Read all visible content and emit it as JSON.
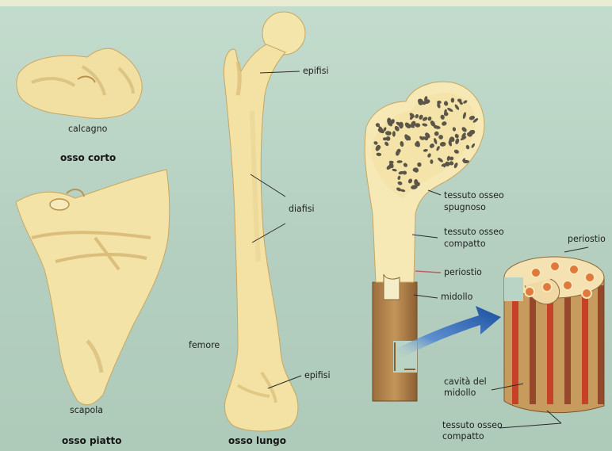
{
  "labels": {
    "calcagno": "calcagno",
    "osso_corto": "osso corto",
    "scapola": "scapola",
    "osso_piatto": "osso piatto",
    "femore": "femore",
    "osso_lungo": "osso lungo",
    "epifisi_top": "epifisi",
    "diafisi": "diafisi",
    "epifisi_bottom": "epifisi",
    "tessuto_spugnoso": [
      "tessuto osseo",
      "spugnoso"
    ],
    "tessuto_compatto": [
      "tessuto osseo",
      "compatto"
    ],
    "periostio_mid": "periostio",
    "midollo": "midollo",
    "periostio_right": "periostio",
    "cavita_midollo": [
      "cavità del",
      "midollo"
    ],
    "tessuto_compatto_bottom": [
      "tessuto osseo",
      "compatto"
    ]
  },
  "colors": {
    "background": "#b9d3c4",
    "bone": "#f3e3a6",
    "bone_shadow": "#d9be78",
    "spongy_dots": "#5b5648",
    "shaft": "#b7874e",
    "marrow_red": "#c4331f",
    "arrow_blue": "#1f5fb3"
  }
}
